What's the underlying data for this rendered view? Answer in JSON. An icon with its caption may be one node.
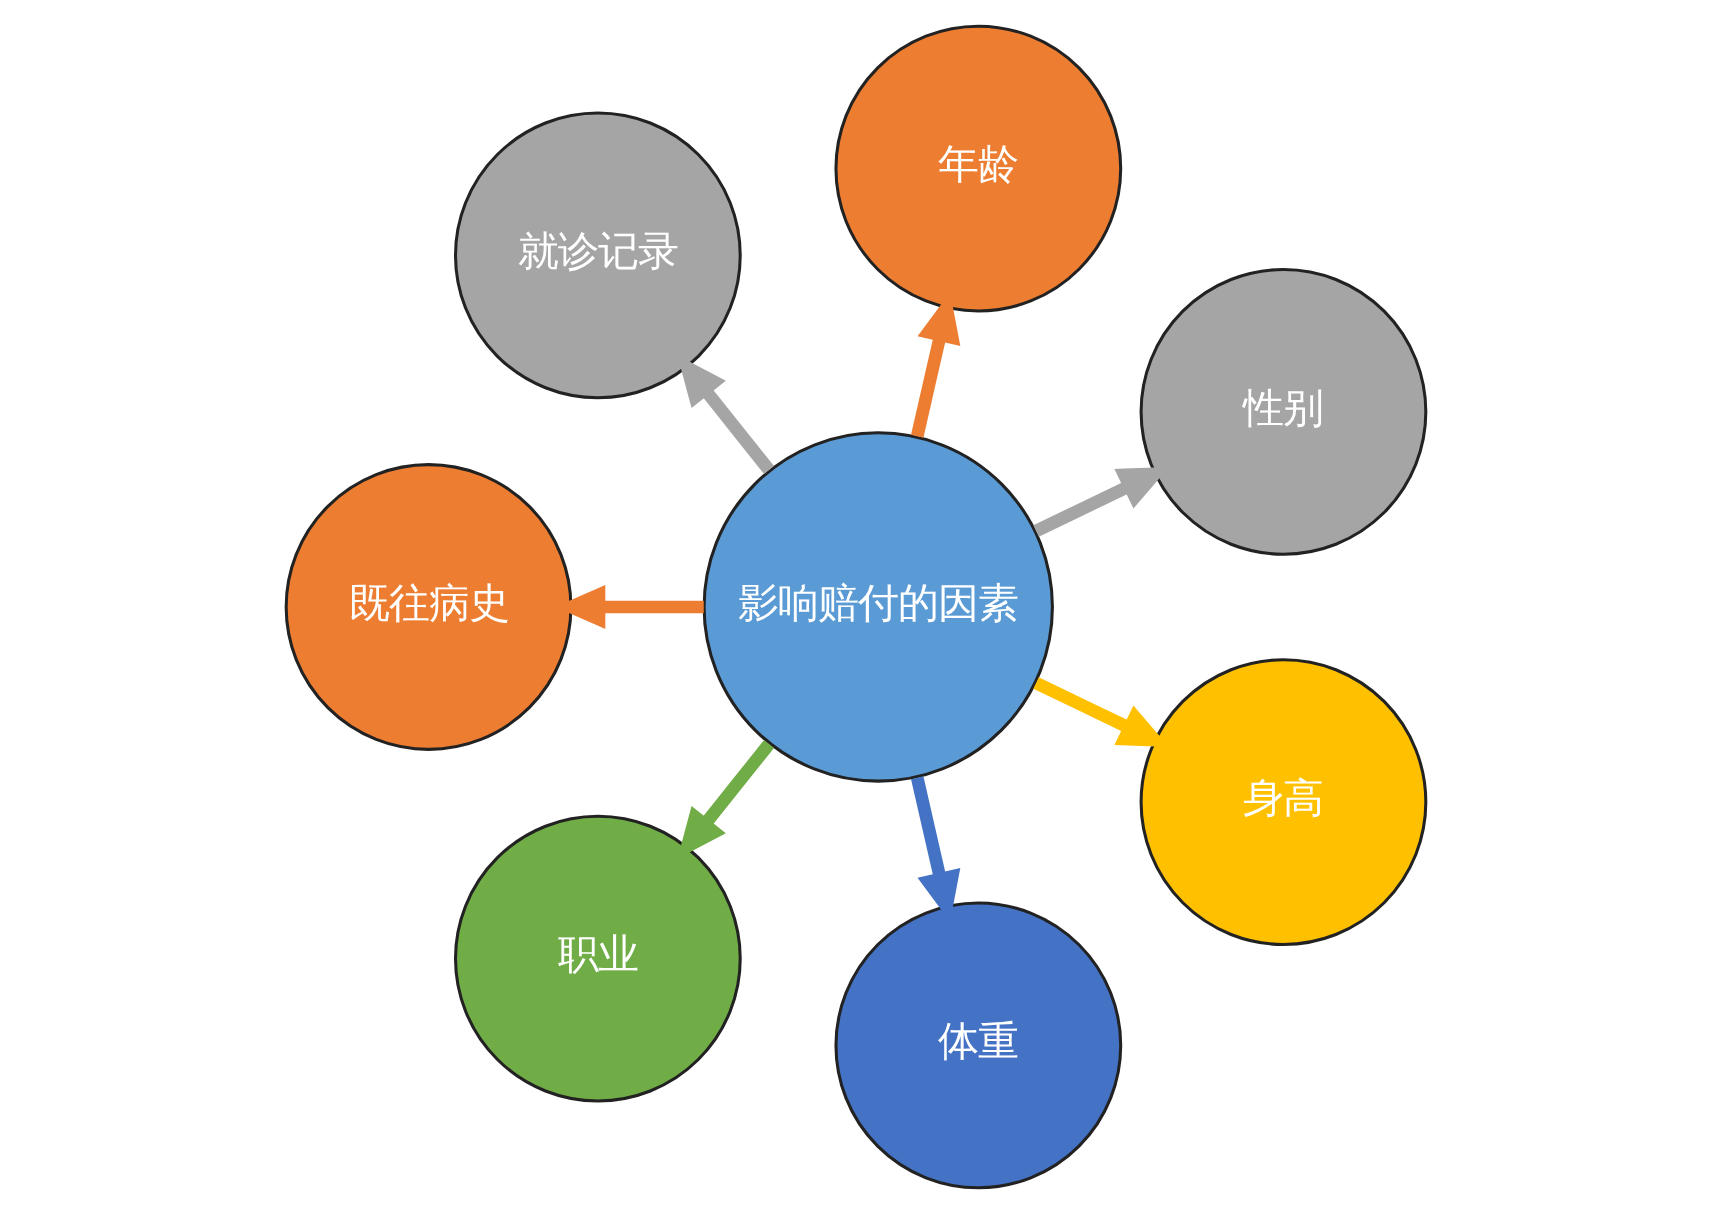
{
  "diagram": {
    "nodes": [
      {
        "text": [
          "影响赔付的因素"
        ]
      },
      {
        "text": [
          "年龄"
        ]
      },
      {
        "text": [
          "性别"
        ]
      },
      {
        "text": [
          "身高"
        ]
      },
      {
        "text": [
          "体重"
        ]
      },
      {
        "text": [
          "职业"
        ]
      },
      {
        "text": [
          "既往病史"
        ]
      },
      {
        "text": [
          "就诊记录"
        ]
      }
    ],
    "edges": [
      {
        "from": 0,
        "to": 1,
        "arrow": "to",
        "color": "#ed7d31"
      },
      {
        "from": 0,
        "to": 2,
        "arrow": "to",
        "color": "#a5a5a5"
      },
      {
        "from": 0,
        "to": 3,
        "arrow": "to",
        "color": "#ffc000"
      },
      {
        "from": 0,
        "to": 4,
        "arrow": "to",
        "color": "#4472c4"
      },
      {
        "from": 0,
        "to": 5,
        "arrow": "to",
        "color": "#70ad47"
      },
      {
        "from": 0,
        "to": 6,
        "arrow": "to",
        "color": "#ed7d31"
      },
      {
        "from": 0,
        "to": 7,
        "arrow": "to",
        "color": "#a5a5a5"
      }
    ]
  }
}
